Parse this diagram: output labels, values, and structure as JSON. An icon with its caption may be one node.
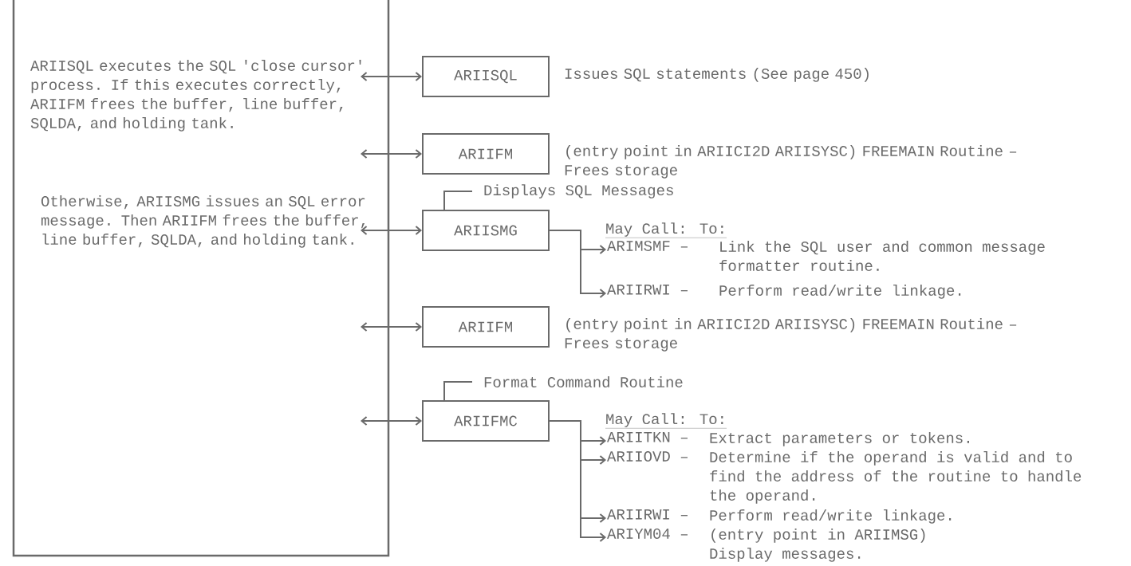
{
  "diagram": {
    "nodes": [
      {
        "text": [
          "ARIISQL executes the SQL 'close cursor' process.  If this executes correctly, ARIIFM frees the buffer, line buffer,  SQLDA, and holding tank.",
          "Otherwise, ARIISMG issues an SQL error message.  Then ARIIFM frees the buffer, line buffer, SQLDA, and holding tank."
        ]
      },
      {
        "text": [
          "ARIISQL"
        ],
        "beside": [
          "Issues SQL statements (See page 450)"
        ]
      },
      {
        "text": [
          "ARIIFM"
        ],
        "beside": [
          "(entry point in ARIICI2D ARIISYSC) FREEMAIN Routine – Frees storage"
        ]
      },
      {
        "text": [
          "ARIISMG"
        ],
        "beside": [
          "Displays SQL Messages"
        ]
      },
      {
        "text": [
          "ARIMSMF –",
          "Link the SQL user and common message formatter routine."
        ]
      },
      {
        "text": [
          "ARIIRWI –",
          "Perform read/write linkage."
        ]
      },
      {
        "text": [
          "ARIIFM"
        ],
        "beside": [
          "(entry point in ARIICI2D ARIISYSC) FREEMAIN Routine – Frees storage"
        ]
      },
      {
        "text": [
          "ARIIFMC"
        ],
        "beside": [
          "Format Command Routine"
        ]
      },
      {
        "text": [
          "ARIITKN –",
          "Extract parameters or tokens."
        ]
      },
      {
        "text": [
          "ARIIOVD –",
          "Determine if the operand is valid and to find the address of the routine to handle the operand."
        ]
      },
      {
        "text": [
          "ARIIRWI –",
          "Perform read/write linkage."
        ]
      },
      {
        "text": [
          "ARIYM04 –",
          "(entry point in ARIIMSG) Display messages."
        ]
      }
    ],
    "edges": [
      {
        "from": 0,
        "to": 1,
        "arrow": "both"
      },
      {
        "from": 0,
        "to": 2,
        "arrow": "both"
      },
      {
        "from": 0,
        "to": 3,
        "arrow": "both"
      },
      {
        "from": 0,
        "to": 6,
        "arrow": "both"
      },
      {
        "from": 0,
        "to": 7,
        "arrow": "both"
      },
      {
        "from": 3,
        "to": 4,
        "arrow": "to"
      },
      {
        "from": 3,
        "to": 5,
        "arrow": "to"
      },
      {
        "from": 7,
        "to": 8,
        "arrow": "to"
      },
      {
        "from": 7,
        "to": 9,
        "arrow": "to"
      },
      {
        "from": 7,
        "to": 10,
        "arrow": "to"
      },
      {
        "from": 7,
        "to": 11,
        "arrow": "to"
      }
    ],
    "labels": [
      "May Call: To:",
      "May Call: To:"
    ]
  }
}
